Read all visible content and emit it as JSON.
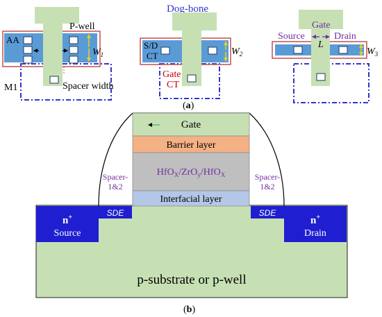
{
  "labels": {
    "dog_bone": "Dog-bone",
    "aa": "AA",
    "p_well": "P-well",
    "w1_letter": "W",
    "w1_sub": "1",
    "m1": "M1",
    "spacer_width": "Spacer width",
    "s_d": "S/D",
    "ct_top": "CT",
    "w2_letter": "W",
    "w2_sub": "2",
    "gate_ct_1": "Gate",
    "gate_ct_2": "CT",
    "source_top": "Source",
    "gate_top": "Gate",
    "drain_top": "Drain",
    "length_l": "L",
    "w3_letter": "W",
    "w3_sub": "3",
    "caption_a_open": "(",
    "caption_a_letter": "a",
    "caption_a_close": ")",
    "gate": "Gate",
    "barrier": "Barrier layer",
    "hfox_1": "HfO",
    "hfox_1_sub": "X",
    "zroy": "/ZrO",
    "zroy_sub": "y",
    "hfox_2": "/HfO",
    "hfox_2_sub": "X",
    "interfacial": "Interfacial layer",
    "spacer_left_1": "Spacer-",
    "spacer_left_2": "1&2",
    "spacer_right_1": "Spacer-",
    "spacer_right_2": "1&2",
    "sde_left": "SDE",
    "sde_right": "SDE",
    "n_left": "n",
    "n_left_sup": "+",
    "source": "Source",
    "n_right": "n",
    "n_right_sup": "+",
    "drain": "Drain",
    "substrate": "p-substrate or p-well",
    "caption_b_open": "(",
    "caption_b_letter": "b",
    "caption_b_close": ")"
  },
  "colors": {
    "green": "#c6e0b4",
    "blue_region": "#5b9bd5",
    "dark_blue": "#1f1fd1",
    "red_outline": "#c0504d",
    "dashed_blue": "#3333cc",
    "purple_text": "#7030a0",
    "red_text": "#c00000",
    "barrier": "#f4b183",
    "high_k": "#bfbfbf",
    "interfacial": "#b4c7e7"
  }
}
